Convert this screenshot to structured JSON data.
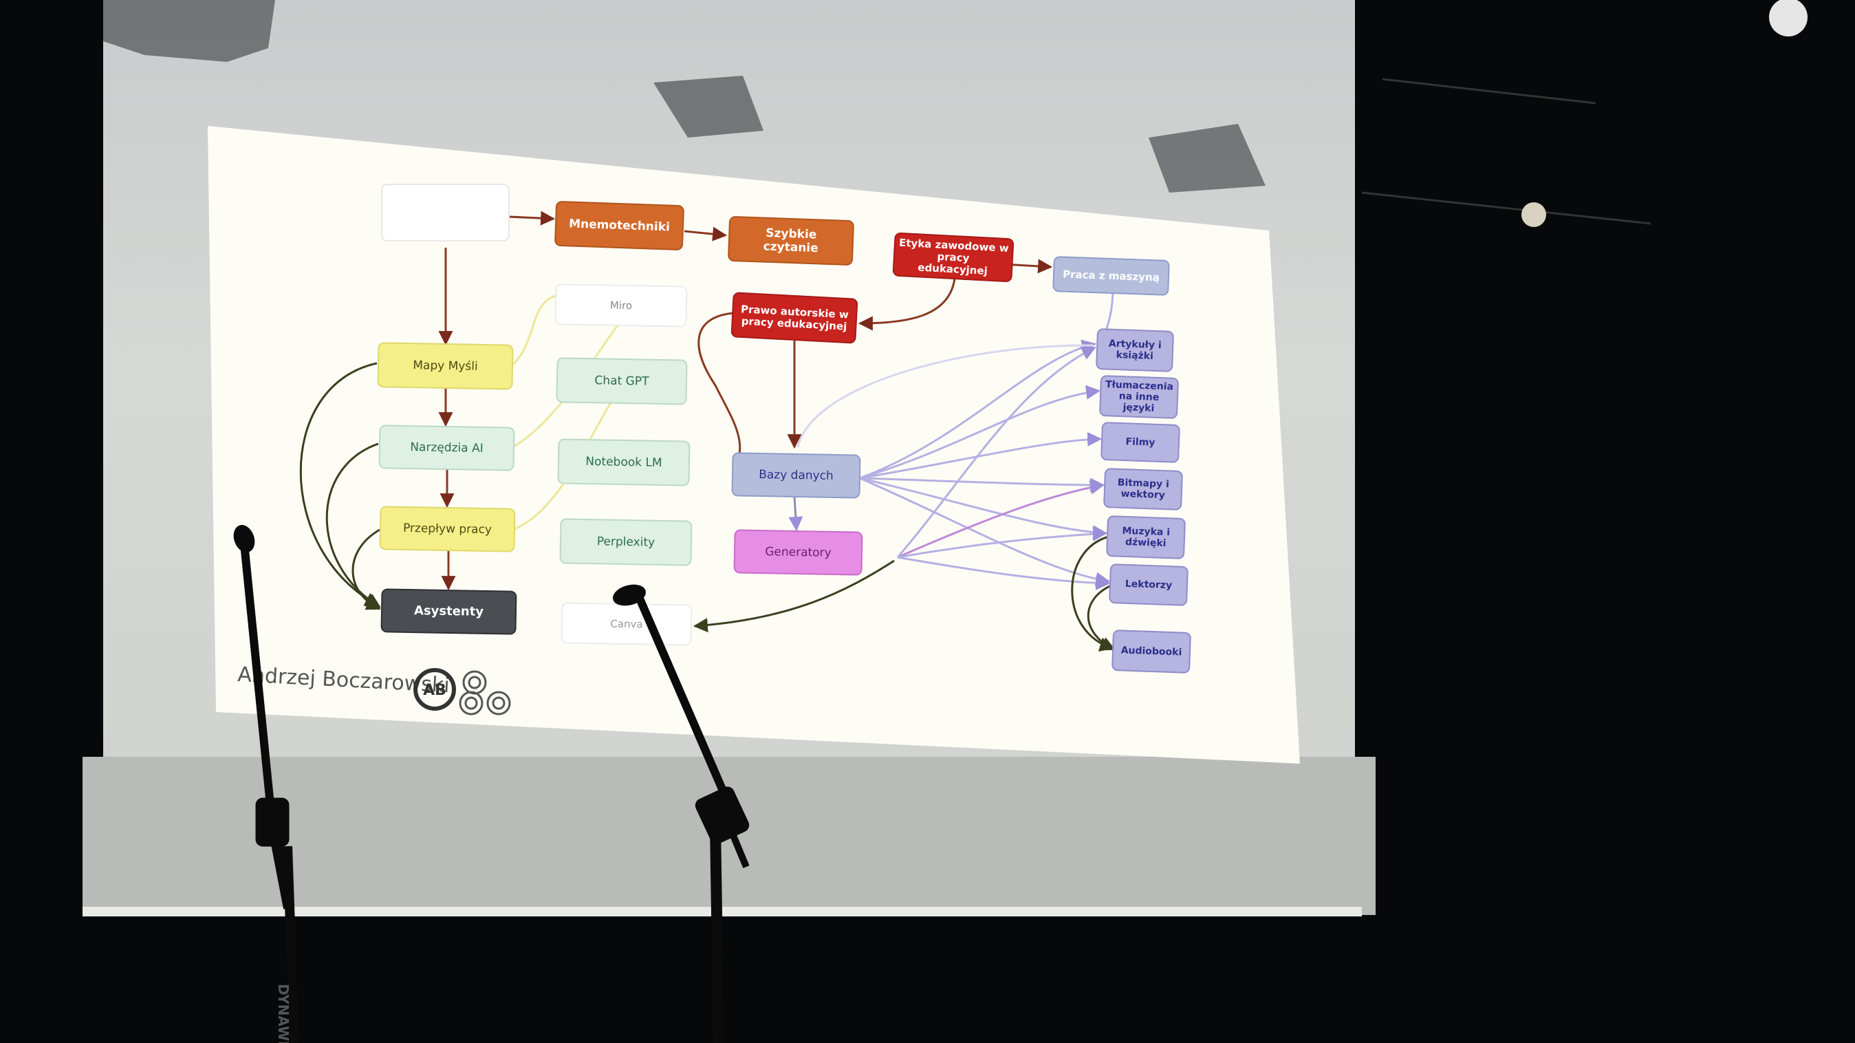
{
  "slide": {
    "nodes": [
      {
        "id": "top-left-note",
        "label": ""
      },
      {
        "id": "mnemotechniki",
        "label": "Mnemotechniki"
      },
      {
        "id": "szybkie-czytanie",
        "label": "Szybkie czytanie"
      },
      {
        "id": "etyka",
        "label": "Etyka zawodowe w pracy edukacyjnej"
      },
      {
        "id": "prawo-zmoderowane",
        "label": "Praca z maszyną"
      },
      {
        "id": "prawo-autorskie",
        "label": "Prawo autorskie w pracy edukacyjnej"
      },
      {
        "id": "miro",
        "label": "Miro"
      },
      {
        "id": "mapy-mysli",
        "label": "Mapy Myśli"
      },
      {
        "id": "chat-gpt",
        "label": "Chat GPT"
      },
      {
        "id": "narzedzia-ai",
        "label": "Narzędzia AI"
      },
      {
        "id": "notebook-lm",
        "label": "Notebook LM"
      },
      {
        "id": "przeplyw-pracy",
        "label": "Przepływ pracy"
      },
      {
        "id": "perplexity",
        "label": "Perplexity"
      },
      {
        "id": "asystenty",
        "label": "Asystenty"
      },
      {
        "id": "canva",
        "label": "Canva"
      },
      {
        "id": "bazy-danych",
        "label": "Bazy danych"
      },
      {
        "id": "generatory",
        "label": "Generatory"
      },
      {
        "id": "artykuly",
        "label": "Artykuły i książki"
      },
      {
        "id": "tlumaczenia",
        "label": "Tłumaczenia na inne języki"
      },
      {
        "id": "filmy",
        "label": "Filmy"
      },
      {
        "id": "bitmapy",
        "label": "Bitmapy i wektory"
      },
      {
        "id": "muzyka",
        "label": "Muzyka i dźwięki"
      },
      {
        "id": "lektorzy",
        "label": "Lektorzy"
      },
      {
        "id": "audiobooki",
        "label": "Audiobooki"
      }
    ],
    "author": "Andrzej Boczarowski",
    "logo_text": "AB"
  },
  "stand_label": "DYNAWI",
  "colors": {
    "orange": "#d2692a",
    "red": "#c8231f",
    "yellow": "#f4ef88",
    "mint": "#dff0e4",
    "dark": "#4a4d52",
    "lavender": "#b6b4e0",
    "blue_gray": "#b4bedc",
    "magenta": "#e68ee6",
    "arrow_dark": "#6a2d1a",
    "arrow_purple": "#9a8fd8"
  }
}
